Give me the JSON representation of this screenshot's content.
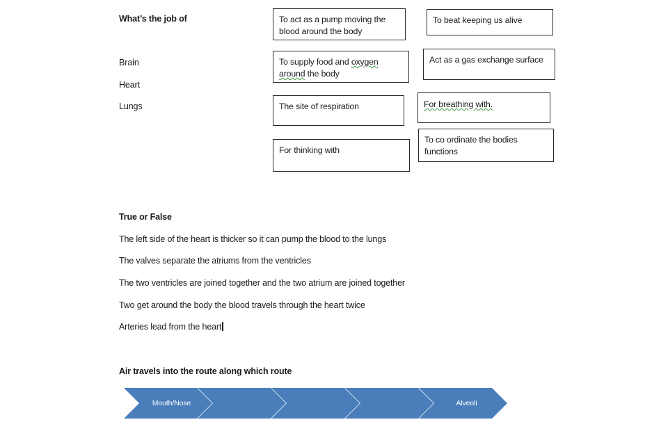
{
  "document": {
    "background_color": "#ffffff",
    "text_color": "#1b1b1b",
    "accent_color": "#4a7ebb",
    "squiggle_color": "#3f9a3f"
  },
  "section_jobs": {
    "heading": "What’s the job of",
    "organ_labels": [
      {
        "label": "Brain"
      },
      {
        "label": "Heart"
      },
      {
        "label": "Lungs"
      }
    ],
    "answer_boxes_left": [
      {
        "line1": "To act as a pump moving the",
        "line2": "blood around the body"
      },
      {
        "pre": "To supply food and ",
        "squiggle1": "oxygen",
        "mid": " ",
        "squiggle2": "around",
        "post": " the body"
      },
      {
        "line1": "The site of respiration",
        "line2": ""
      },
      {
        "line1": "For thinking with",
        "line2": ""
      }
    ],
    "answer_boxes_right": [
      {
        "line1": "To beat keeping us alive",
        "line2": ""
      },
      {
        "line1": "Act as a gas exchange surface",
        "line2": ""
      },
      {
        "squiggle_full": "For breathing with."
      },
      {
        "line1": "To co ordinate the bodies",
        "line2": "functions"
      }
    ]
  },
  "section_true_false": {
    "heading": "True or False",
    "statements": [
      {
        "text": "The left side of the  heart is thicker so it can pump the blood to the lungs"
      },
      {
        "text": "The valves separate the atriums from the ventricles"
      },
      {
        "text": "The two ventricles are joined together and the two atrium are joined together"
      },
      {
        "text": "Two get around the body the blood travels through the heart twice"
      },
      {
        "text": "Arteries lead from the heart"
      }
    ],
    "caret_after_last_statement": true
  },
  "section_air_route": {
    "heading": "Air travels into the route along which route",
    "chevrons": [
      {
        "label": "Mouth/Nose"
      },
      {
        "label": ""
      },
      {
        "label": ""
      },
      {
        "label": ""
      },
      {
        "label": "Alveoli"
      }
    ]
  }
}
